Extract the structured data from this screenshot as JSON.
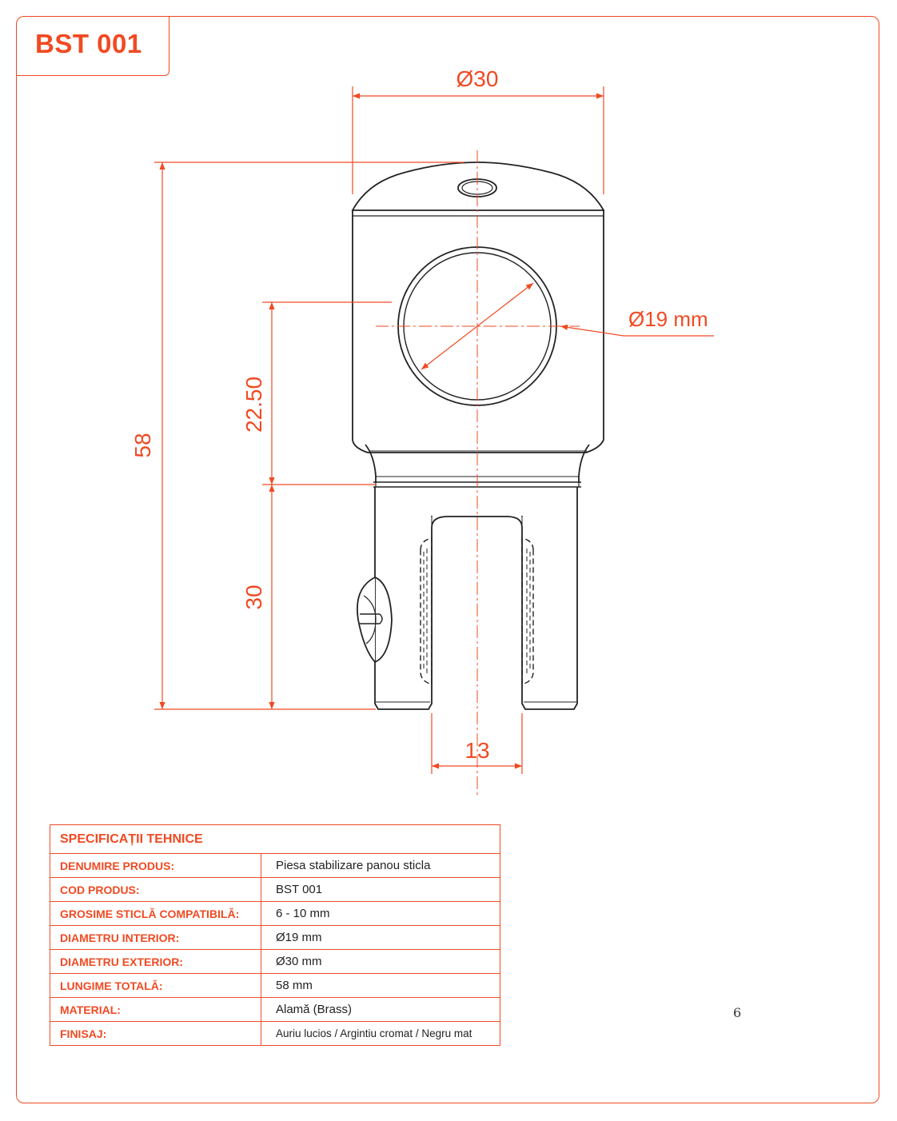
{
  "product_code": "BST 001",
  "dimensions": {
    "outer_diameter": "Ø30",
    "inner_diameter": "Ø19 mm",
    "total_length": "58",
    "upper_height": "22.50",
    "lower_height": "30",
    "slot_width": "13"
  },
  "specs": {
    "title": "SPECIFICAȚII TEHNICE",
    "rows": [
      {
        "label": "DENUMIRE PRODUS:",
        "value": "Piesa stabilizare panou sticla"
      },
      {
        "label": "COD PRODUS:",
        "value": "BST 001"
      },
      {
        "label": "GROSIME STICLĂ COMPATIBILĂ:",
        "value": "6 - 10 mm"
      },
      {
        "label": "DIAMETRU INTERIOR:",
        "value": "Ø19 mm"
      },
      {
        "label": "DIAMETRU EXTERIOR:",
        "value": "Ø30 mm"
      },
      {
        "label": "LUNGIME TOTALĂ:",
        "value": "58 mm"
      },
      {
        "label": "MATERIAL:",
        "value": "Alamă (Brass)"
      },
      {
        "label": "FINISAJ:",
        "value": "Auriu lucios / Argintiu cromat / Negru mat"
      }
    ]
  },
  "page_number": "6",
  "colors": {
    "accent": "#f04a23",
    "line": "#222222"
  }
}
